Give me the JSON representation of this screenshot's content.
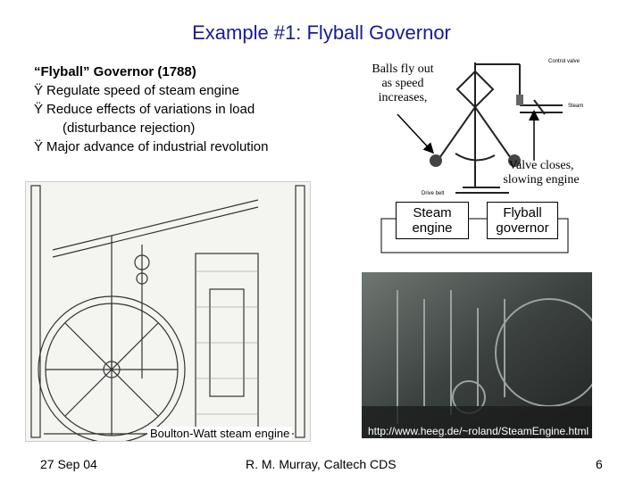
{
  "slide": {
    "title": "Example #1: Flyball Governor",
    "heading": "“Flyball” Governor (1788)",
    "bullet_symbol": "Ÿ",
    "bullets": [
      {
        "text": "Regulate speed of steam engine",
        "cont": ""
      },
      {
        "text": "Reduce effects of variations in load",
        "cont": "(disturbance rejection)"
      },
      {
        "text": "Major advance of industrial revolution",
        "cont": ""
      }
    ]
  },
  "annotations": {
    "balls_fly_out": "Balls fly out as speed increases,",
    "valve_closes": "Valve closes, slowing engine"
  },
  "diagram_labels": {
    "control_valve": "Control valve",
    "steam": "Steam",
    "drive_belt": "Drive belt"
  },
  "block_diagram": {
    "left_block": "Steam engine",
    "right_block": "Flyball governor"
  },
  "captions": {
    "engine_drawing": "Boulton-Watt steam engine",
    "photo_url": "http://www.heeg.de/~roland/SteamEngine.html"
  },
  "footer": {
    "date": "27 Sep 04",
    "author": "R. M. Murray, Caltech CDS",
    "page": "6"
  }
}
